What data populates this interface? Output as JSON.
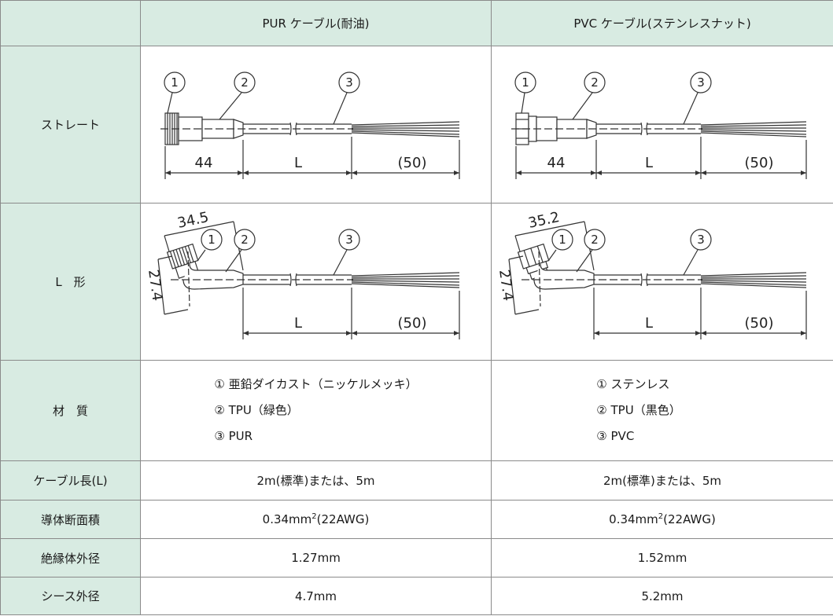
{
  "header": {
    "corner": "",
    "col_pur": "PUR ケーブル(耐油)",
    "col_pvc": "PVC ケーブル(ステンレスナット)"
  },
  "rows": {
    "straight_label": "ストレート",
    "lshape_label": "L　形",
    "material_label": "材　質",
    "cable_len_label": "ケーブル長(L)",
    "conductor_label": "導体断面積",
    "insulator_label": "絶縁体外径",
    "sheath_label": "シース外径"
  },
  "diagrams": {
    "callout_1": "1",
    "callout_2": "2",
    "callout_3": "3",
    "dim_44": "44",
    "dim_L": "L",
    "dim_50": "(50)",
    "pur_l_width": "34.5",
    "pvc_l_width": "35.2",
    "l_height": "27.4"
  },
  "materials": {
    "pur": [
      "① 亜鉛ダイカスト（ニッケルメッキ）",
      "② TPU（緑色）",
      "③ PUR"
    ],
    "pvc": [
      "① ステンレス",
      "② TPU（黒色）",
      "③ PVC"
    ]
  },
  "specs": {
    "pur_cable_len": "2m(標準)または、5m",
    "pvc_cable_len": "2m(標準)または、5m",
    "pur_conductor": "0.34mm",
    "pur_conductor_sup": "2",
    "pur_conductor_tail": "(22AWG)",
    "pvc_conductor": "0.34mm",
    "pvc_conductor_sup": "2",
    "pvc_conductor_tail": "(22AWG)",
    "pur_insulator": "1.27mm",
    "pvc_insulator": "1.52mm",
    "pur_sheath": "4.7mm",
    "pvc_sheath": "5.2mm"
  }
}
